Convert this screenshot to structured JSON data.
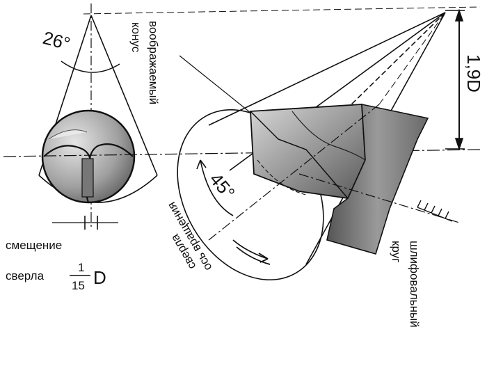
{
  "labels": {
    "angle_26": "26°",
    "imaginary_cone_line1": "воображаемый",
    "imaginary_cone_line2": "конус",
    "height_19d": "1,9D",
    "angle_45": "45°",
    "drill_axis_line1": "ось вращения",
    "drill_axis_line2": "сверла",
    "grinding_wheel_line1": "шлифовальный",
    "grinding_wheel_line2": "круг",
    "offset_line1": "смещение",
    "offset_line2": "сверла",
    "frac_num": "1",
    "frac_den": "15",
    "frac_unit": "D"
  }
}
